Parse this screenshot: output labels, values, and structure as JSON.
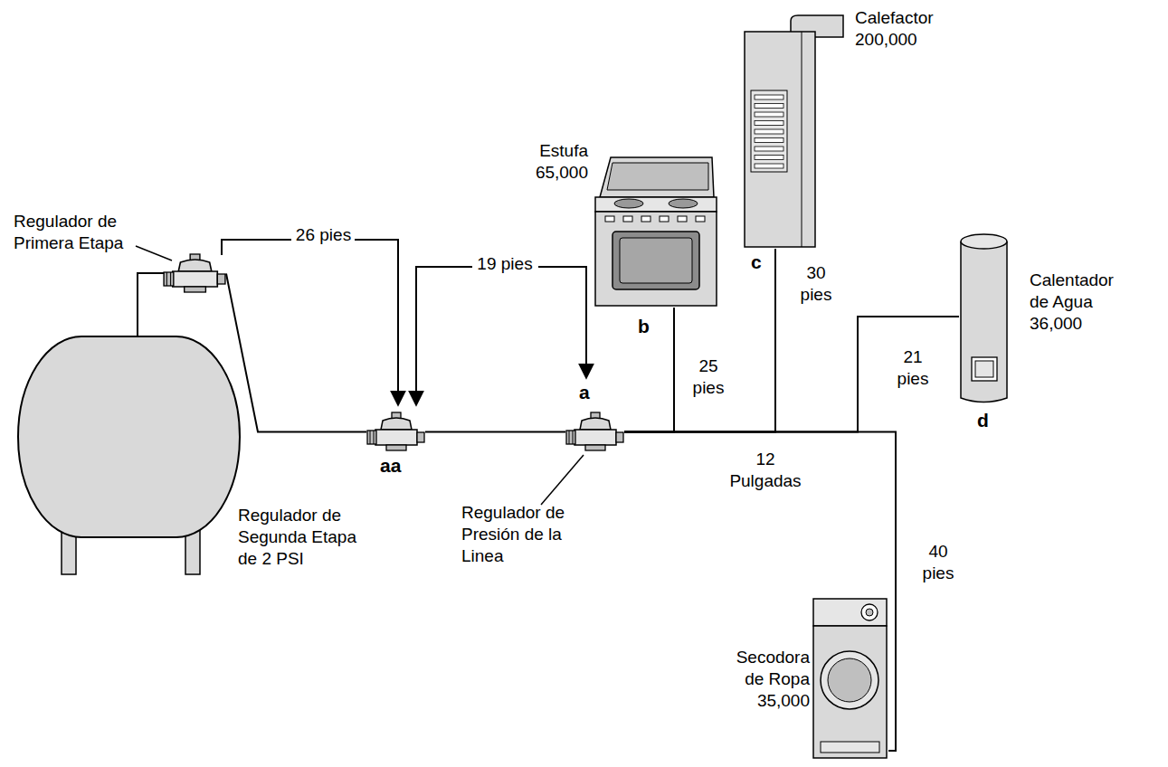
{
  "diagram": {
    "nodes": [
      {
        "text": [
          "Regulador de Primera Etapa"
        ]
      },
      {
        "text": [
          "aa",
          "Regulador de Segunda Etapa de 2 PSI"
        ]
      },
      {
        "text": [
          "a",
          "Regulador de Presión de la Linea"
        ]
      },
      {
        "text": [
          "Estufa 65,000",
          "b"
        ]
      },
      {
        "text": [
          "Calefactor 200,000",
          "c"
        ]
      },
      {
        "text": [
          "Calentador de Agua 36,000",
          "d"
        ]
      },
      {
        "text": [
          "Secodora de Ropa 35,000"
        ]
      }
    ],
    "edges": [
      {
        "from": 0,
        "to": 1,
        "arrow": "none"
      },
      {
        "from": 1,
        "to": 2,
        "arrow": "none"
      },
      {
        "from": 2,
        "to": 3,
        "arrow": "none"
      },
      {
        "from": 2,
        "to": 4,
        "arrow": "none"
      },
      {
        "from": 2,
        "to": 5,
        "arrow": "none"
      },
      {
        "from": 2,
        "to": 6,
        "arrow": "none"
      }
    ],
    "labels": [
      "26 pies",
      "19 pies",
      "25 pies",
      "30 pies",
      "21 pies",
      "12 Pulgadas",
      "40 pies"
    ]
  }
}
